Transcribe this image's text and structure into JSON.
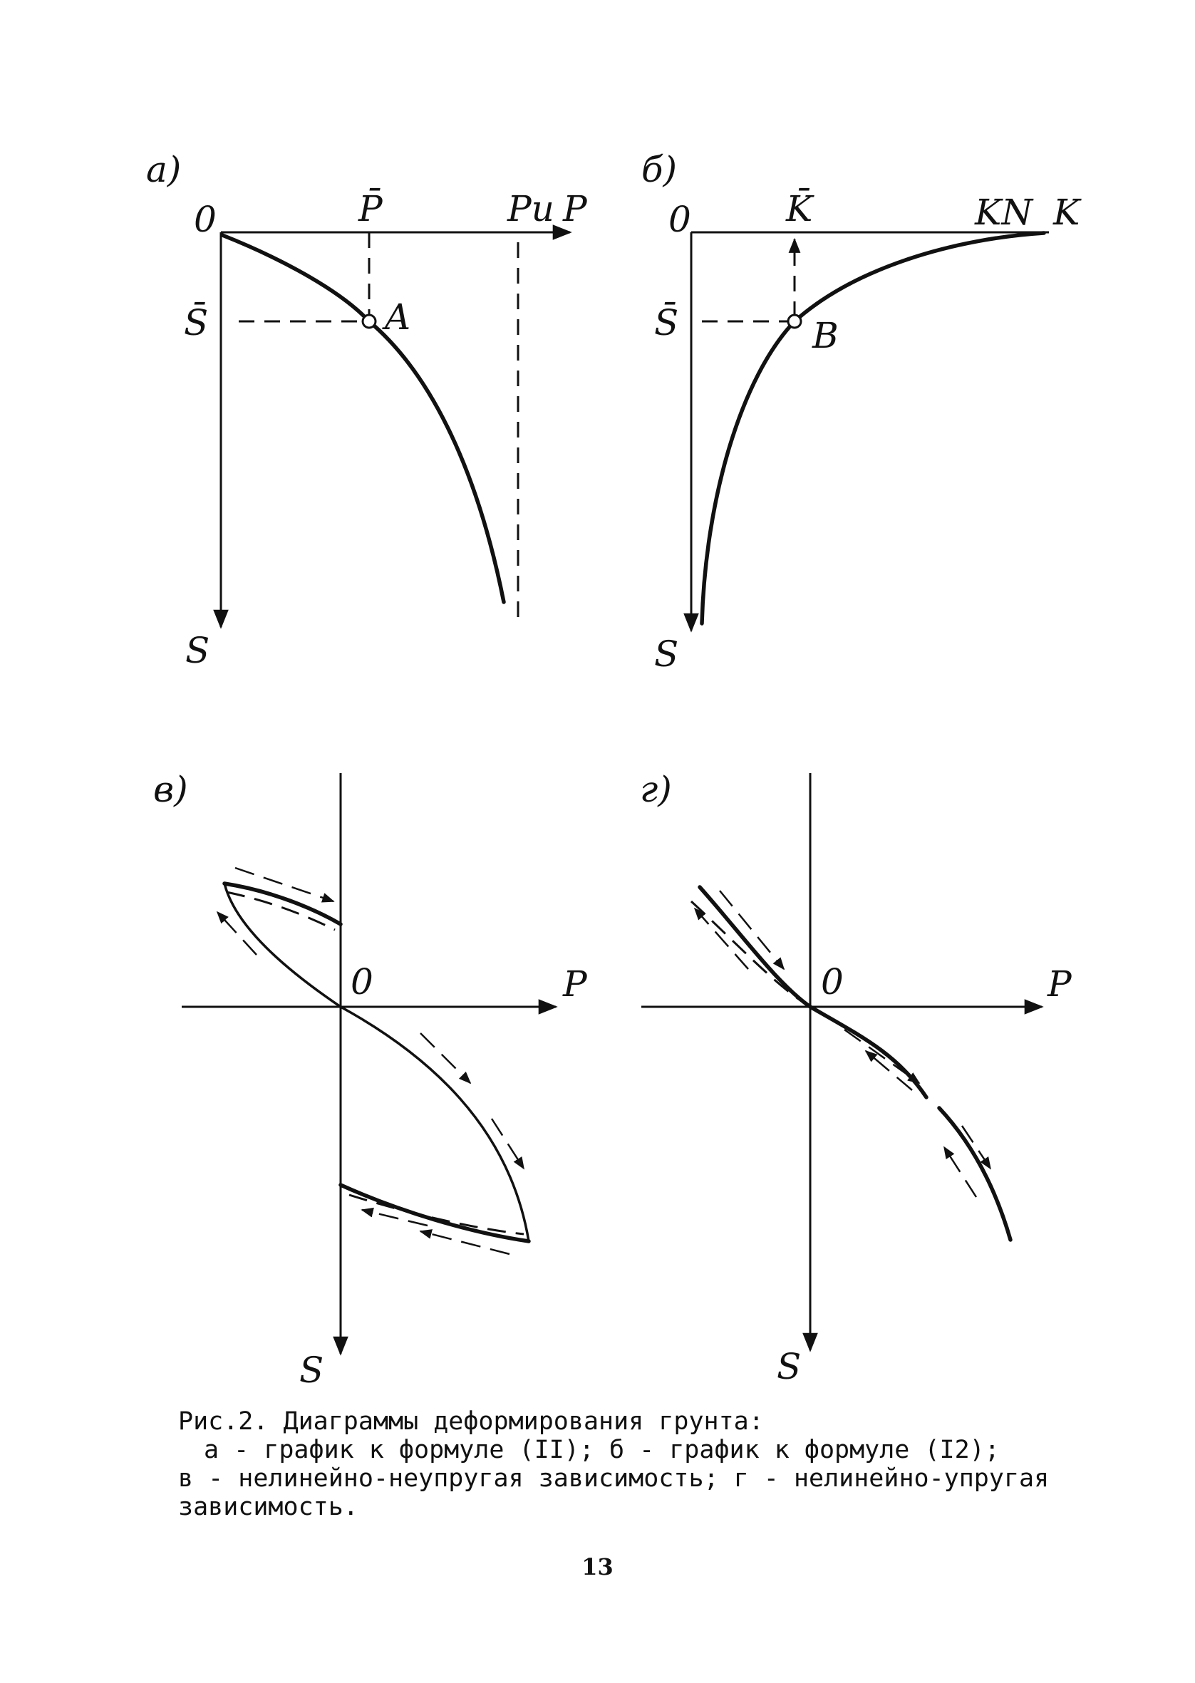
{
  "panels": {
    "a": {
      "tag": "а)",
      "origin": "0",
      "x_axis": "P",
      "y_axis": "S",
      "tick_x": "P̄",
      "tick_x2": "Pu",
      "tick_y": "S̄",
      "point": "A"
    },
    "b": {
      "tag": "б)",
      "origin": "0",
      "x_axis": "K",
      "y_axis": "S",
      "tick_x": "K̄",
      "tick_x2": "KN",
      "tick_y": "S̄",
      "point": "B"
    },
    "v": {
      "tag": "в)",
      "origin": "0",
      "x_axis": "P",
      "y_axis": "S"
    },
    "g": {
      "tag": "г)",
      "origin": "0",
      "x_axis": "P",
      "y_axis": "S"
    }
  },
  "caption": {
    "line1": "Рис.2. Диаграммы деформирования грунта:",
    "line2": "а - график к формуле (II); б - график к формуле (I2);",
    "line3": "в - нелинейно-неупругая зависимость; г - нелинейно-упругая",
    "line4": "зависимость."
  },
  "page_number": "13"
}
